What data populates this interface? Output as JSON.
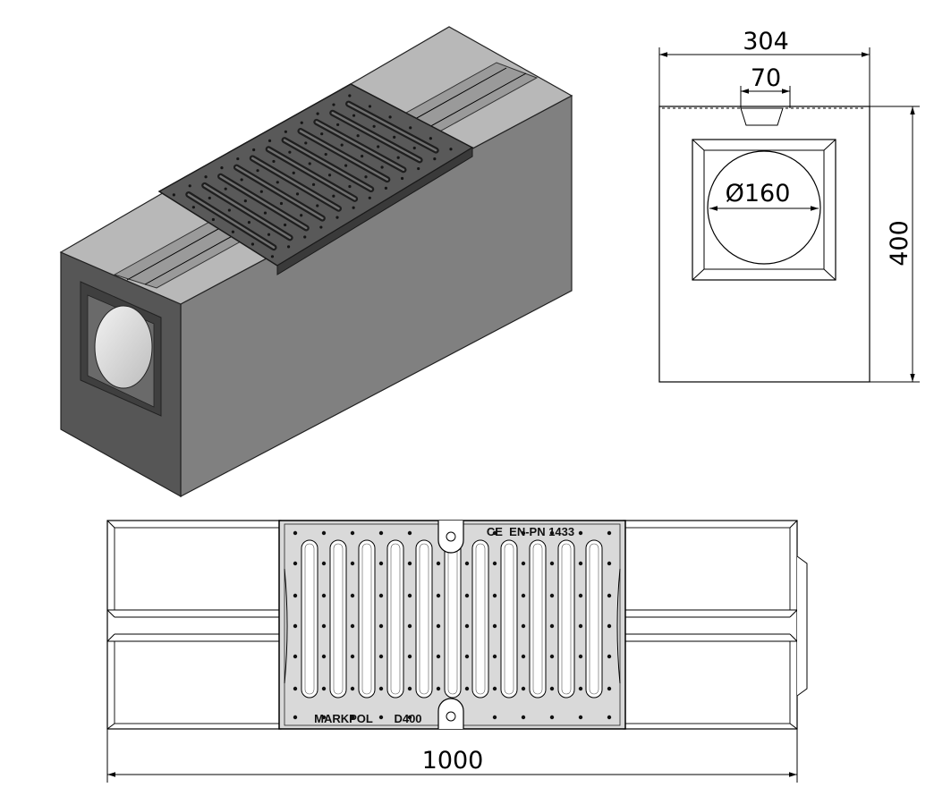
{
  "dimensions": {
    "width": "304",
    "slot_width": "70",
    "height": "400",
    "pipe_diameter": "Ø160",
    "length": "1000"
  },
  "grate_markings": {
    "certification": "CE  EN-PN 1433",
    "manufacturer": "MARKPOL",
    "load_class": "D400"
  },
  "colors": {
    "concrete_side": "#808080",
    "concrete_front": "#555555",
    "concrete_top": "#b4b4b4",
    "grate": "#585858",
    "pipe": "#e2e2e2"
  }
}
